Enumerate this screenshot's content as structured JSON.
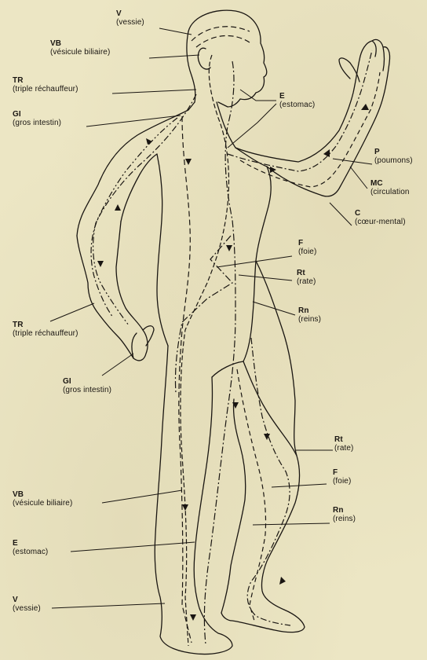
{
  "labels": {
    "v_top": {
      "code": "V",
      "name": "(vessie)"
    },
    "vb_top": {
      "code": "VB",
      "name": "(vésicule biliaire)"
    },
    "tr_top": {
      "code": "TR",
      "name": "(triple réchauffeur)"
    },
    "gi_top": {
      "code": "GI",
      "name": "(gros intestin)"
    },
    "e_top": {
      "code": "E",
      "name": "(estomac)"
    },
    "p": {
      "code": "P",
      "name": "(poumons)"
    },
    "mc": {
      "code": "MC",
      "name": "(circulation"
    },
    "c": {
      "code": "C",
      "name": "(cœur-mental)"
    },
    "f_mid": {
      "code": "F",
      "name": "(foie)"
    },
    "rt_mid": {
      "code": "Rt",
      "name": "(rate)"
    },
    "rn_mid": {
      "code": "Rn",
      "name": "(reins)"
    },
    "tr_mid": {
      "code": "TR",
      "name": "(triple réchauffeur)"
    },
    "gi_mid": {
      "code": "GI",
      "name": "(gros intestin)"
    },
    "rt_low": {
      "code": "Rt",
      "name": "(rate)"
    },
    "f_low": {
      "code": "F",
      "name": "(foie)"
    },
    "rn_low": {
      "code": "Rn",
      "name": "(reins)"
    },
    "vb_low": {
      "code": "VB",
      "name": "(vésicule biliaire)"
    },
    "e_low": {
      "code": "E",
      "name": "(estomac)"
    },
    "v_low": {
      "code": "V",
      "name": "(vessie)"
    }
  },
  "colors": {
    "ink": "#1a1612",
    "paper": "#ece6c4"
  }
}
